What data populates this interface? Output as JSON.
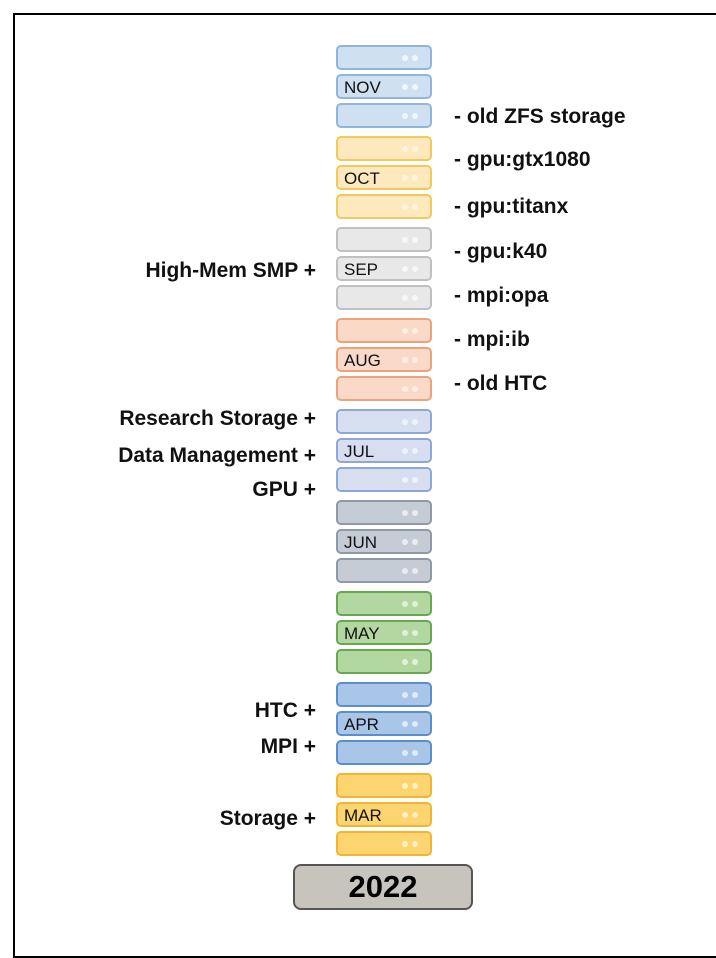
{
  "year": "2022",
  "months": [
    {
      "label": "NOV",
      "name": "nov"
    },
    {
      "label": "OCT",
      "name": "oct"
    },
    {
      "label": "SEP",
      "name": "sep"
    },
    {
      "label": "AUG",
      "name": "aug"
    },
    {
      "label": "JUL",
      "name": "jul"
    },
    {
      "label": "JUN",
      "name": "jun"
    },
    {
      "label": "MAY",
      "name": "may"
    },
    {
      "label": "APR",
      "name": "apr"
    },
    {
      "label": "MAR",
      "name": "mar"
    }
  ],
  "left_annotations": [
    "High-Mem SMP +",
    "Research Storage +",
    "Data Management +",
    "GPU +",
    "HTC +",
    "MPI +",
    "Storage +"
  ],
  "right_annotations": [
    "- old ZFS storage",
    "- gpu:gtx1080",
    "- gpu:titanx",
    "- gpu:k40",
    "- mpi:opa",
    "- mpi:ib",
    "- old HTC"
  ]
}
